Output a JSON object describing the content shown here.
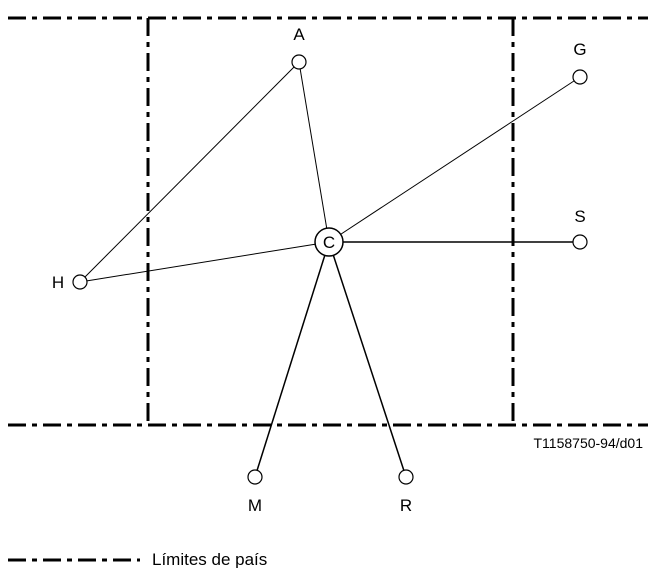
{
  "nodes": {
    "a": {
      "label": "A"
    },
    "g": {
      "label": "G"
    },
    "s": {
      "label": "S"
    },
    "h": {
      "label": "H"
    },
    "c": {
      "label": "C"
    },
    "m": {
      "label": "M"
    },
    "r": {
      "label": "R"
    }
  },
  "figure_reference": "T1158750-94/d01",
  "legend": {
    "country_border_label": "Límites de país"
  },
  "colors": {
    "line": "#000000",
    "background": "#ffffff"
  }
}
